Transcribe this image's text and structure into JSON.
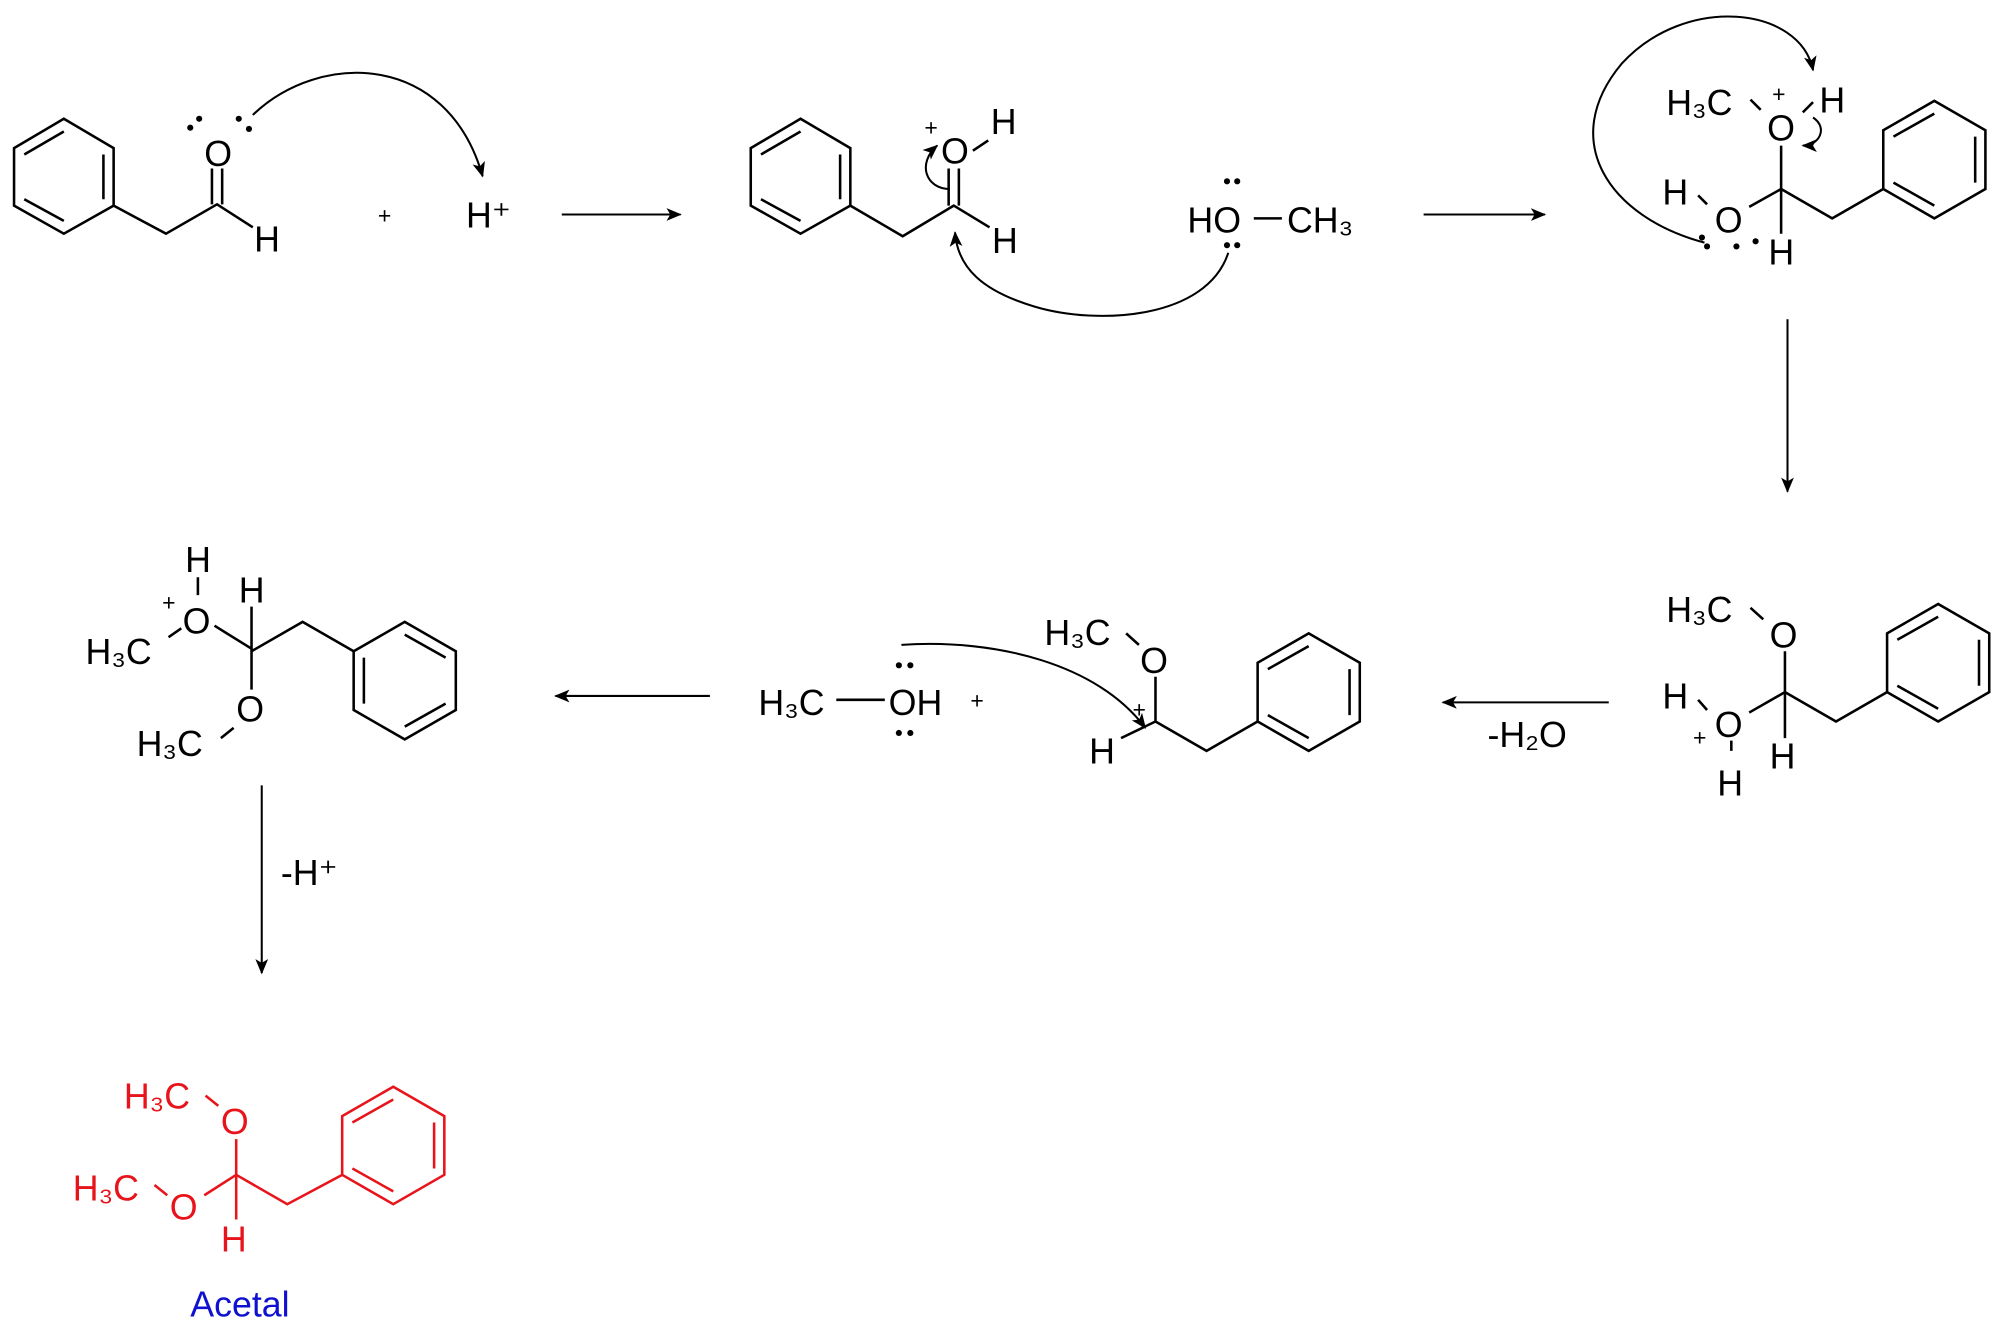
{
  "colors": {
    "product": "#e8141b",
    "label": "#1010d0",
    "ink": "#000000"
  },
  "step1": {
    "reactant": {
      "O": "O",
      "H": "H"
    },
    "plus": "+",
    "proton": "H⁺"
  },
  "step2": {
    "oxonium": {
      "plus": "+",
      "O": "O",
      "H_O": "H",
      "H_C": "H"
    },
    "methanol": {
      "HO": "HO",
      "CH3": "CH₃"
    }
  },
  "step3": {
    "H3C": "H₃C",
    "plus": "+",
    "O_top": "O",
    "H_top": "H",
    "H_left": "H",
    "O_left": "O",
    "H_bottom": "H"
  },
  "step4": {
    "H3C": "H₃C",
    "O_top": "O",
    "H_left": "H",
    "plus": "+",
    "O_left": "O",
    "H_O": "H",
    "H_C": "H"
  },
  "condition_water": "-H₂O",
  "step5": {
    "carbocation": {
      "H3C": "H₃C",
      "O": "O",
      "plus": "+",
      "H": "H"
    },
    "methanol": {
      "H3C": "H₃C",
      "OH": "OH"
    },
    "plus": "+"
  },
  "step6": {
    "H_top": "H",
    "plus": "+",
    "O_top": "O",
    "H_C": "H",
    "H3C_top": "H₃C",
    "O_bottom": "O",
    "H3C_bottom": "H₃C"
  },
  "condition_proton": "-H⁺",
  "product": {
    "H3C_top": "H₃C",
    "O_top": "O",
    "H3C_left": "H₃C",
    "O_left": "O",
    "H": "H",
    "name": "Acetal"
  }
}
